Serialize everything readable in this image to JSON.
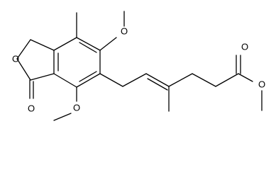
{
  "structure": {
    "atom_labels": [
      "O",
      "O",
      "O",
      "O",
      "O",
      "O"
    ]
  }
}
